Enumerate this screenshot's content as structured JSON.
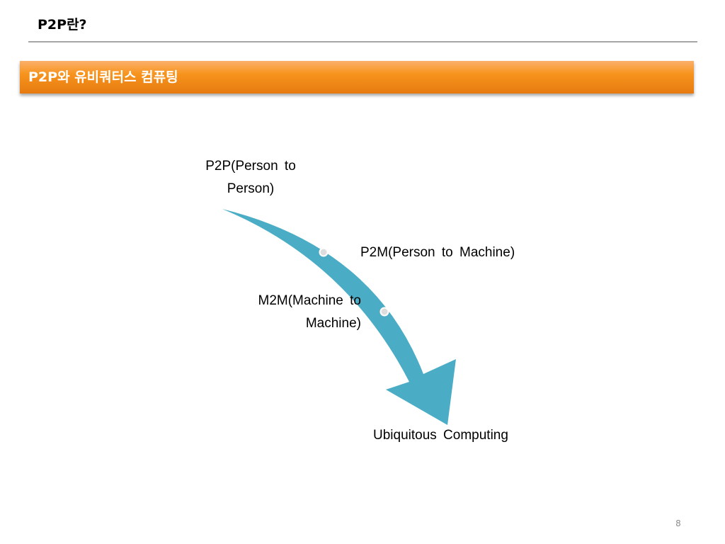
{
  "slide": {
    "title": "P2P란?",
    "banner": "P2P와 유비쿼터스 컴퓨팅",
    "page_number": "8"
  },
  "diagram": {
    "arrow_color": "#4bacc6",
    "banner_color": "#f7941d",
    "labels": {
      "p2p": "P2P(Person to Person)",
      "p2m": "P2M(Person to Machine)",
      "m2m": "M2M(Machine to Machine)",
      "ubiquitous": "Ubiquitous Computing"
    }
  }
}
